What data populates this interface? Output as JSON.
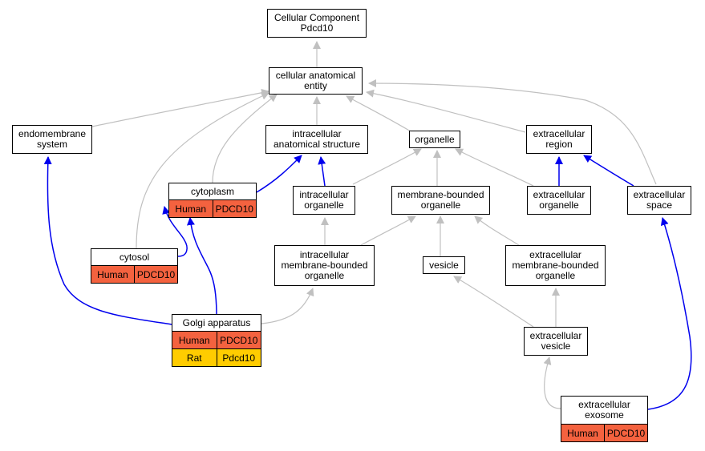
{
  "colors": {
    "gray_edge": "#c0c0c0",
    "blue_edge": "#0000ee",
    "human": "#f4623f",
    "rat": "#ffcc00"
  },
  "nodes": {
    "root": "Cellular Component\nPdcd10",
    "cae": "cellular anatomical\nentity",
    "endo": "endomembrane\nsystem",
    "ias": "intracellular\nanatomical structure",
    "organelle": "organelle",
    "exreg": "extracellular\nregion",
    "cytoplasm": "cytoplasm",
    "intorg": "intracellular\norganelle",
    "mbo": "membrane-bounded\norganelle",
    "exorg": "extracellular\norganelle",
    "exspace": "extracellular\nspace",
    "cytosol": "cytosol",
    "imbo": "intracellular\nmembrane-bounded\norganelle",
    "vesicle": "vesicle",
    "embo": "extracellular\nmembrane-bounded\norganelle",
    "golgi": "Golgi apparatus",
    "exves": "extracellular\nvesicle",
    "exosome": "extracellular\nexosome"
  },
  "annotations": {
    "cytoplasm": [
      {
        "species": "Human",
        "gene": "PDCD10"
      }
    ],
    "cytosol": [
      {
        "species": "Human",
        "gene": "PDCD10"
      }
    ],
    "golgi": [
      {
        "species": "Human",
        "gene": "PDCD10"
      },
      {
        "species": "Rat",
        "gene": "Pdcd10"
      }
    ],
    "exosome": [
      {
        "species": "Human",
        "gene": "PDCD10"
      }
    ]
  }
}
